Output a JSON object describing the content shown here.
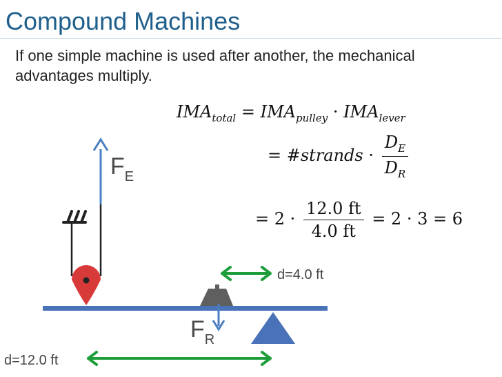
{
  "slide": {
    "title": "Compound Machines",
    "subtitle": "If one simple machine is used after another, the mechanical advantages multiply."
  },
  "equations": {
    "line1": {
      "lhs_base": "IMA",
      "lhs_sub": "total",
      "eq": "=",
      "t1_base": "IMA",
      "t1_sub": "pulley",
      "dot": "·",
      "t2_base": "IMA",
      "t2_sub": "lever"
    },
    "line2": {
      "eq": "=",
      "term": "#strands",
      "dot": "·",
      "num_base": "D",
      "num_sub": "E",
      "den_base": "D",
      "den_sub": "R"
    },
    "line3": {
      "eq": "=",
      "factor": "2",
      "dot": "·",
      "num": "12.0 ft",
      "den": "4.0 ft",
      "rest": "= 2 · 3 = 6"
    }
  },
  "diagram": {
    "effort_force": {
      "base": "F",
      "sub": "E"
    },
    "resistance_force": {
      "base": "F",
      "sub": "R"
    },
    "resistance_distance": "d=4.0 ft",
    "effort_distance": "d=12.0 ft",
    "colors": {
      "effort_arrow": "#4a7fc1",
      "lever": "#4a72b8",
      "fulcrum": "#4a72b8",
      "pulley": "#d83a3a",
      "rope": "#222222",
      "load": "#5f5f5f",
      "distance_arrow": "#1e9e3a",
      "label": "#4a4a4a",
      "green_text": "#444444"
    }
  }
}
